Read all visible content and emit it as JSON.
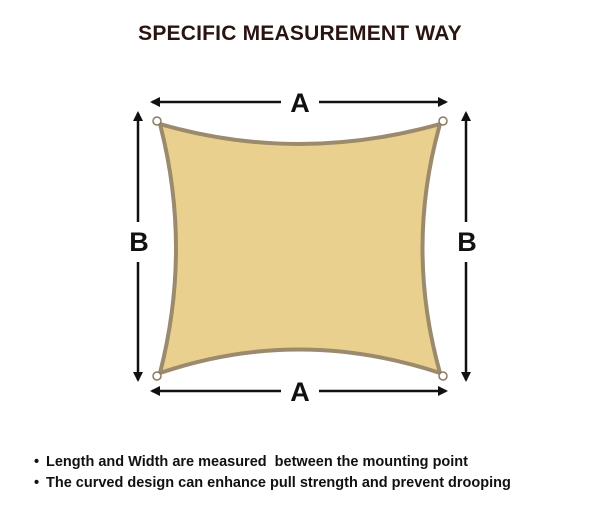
{
  "title": "SPECIFIC MEASUREMENT WAY",
  "dimension_labels": {
    "top": "A",
    "bottom": "A",
    "left": "B",
    "right": "B"
  },
  "notes": [
    "Length and Width are measured  between the mounting point",
    "The curved design can enhance pull strength and prevent drooping"
  ],
  "colors": {
    "sail_fill": "#ead08f",
    "sail_edge": "#9b8a6c",
    "arrow": "#111111",
    "title": "#2a1410"
  }
}
